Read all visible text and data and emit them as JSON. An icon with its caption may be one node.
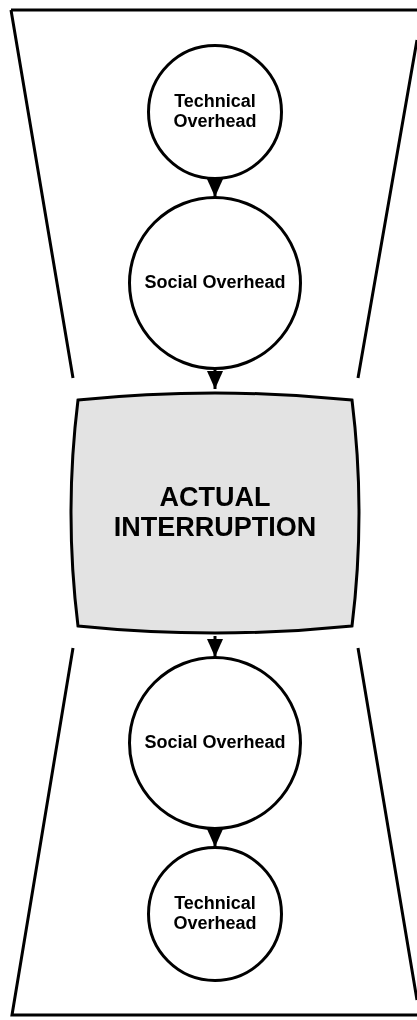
{
  "diagram": {
    "nodes": [
      {
        "text": [
          "Technical Overhead"
        ]
      },
      {
        "text": [
          "Social Overhead"
        ]
      },
      {
        "text": [
          "ACTUAL INTERRUPTION"
        ]
      },
      {
        "text": [
          "Social Overhead"
        ]
      },
      {
        "text": [
          "Technical Overhead"
        ]
      }
    ],
    "edges": [
      {
        "from": 0,
        "to": 1,
        "arrow": "to"
      },
      {
        "from": 1,
        "to": 2,
        "arrow": "to"
      },
      {
        "from": 2,
        "to": 3,
        "arrow": "to"
      },
      {
        "from": 3,
        "to": 4,
        "arrow": "to"
      }
    ]
  }
}
